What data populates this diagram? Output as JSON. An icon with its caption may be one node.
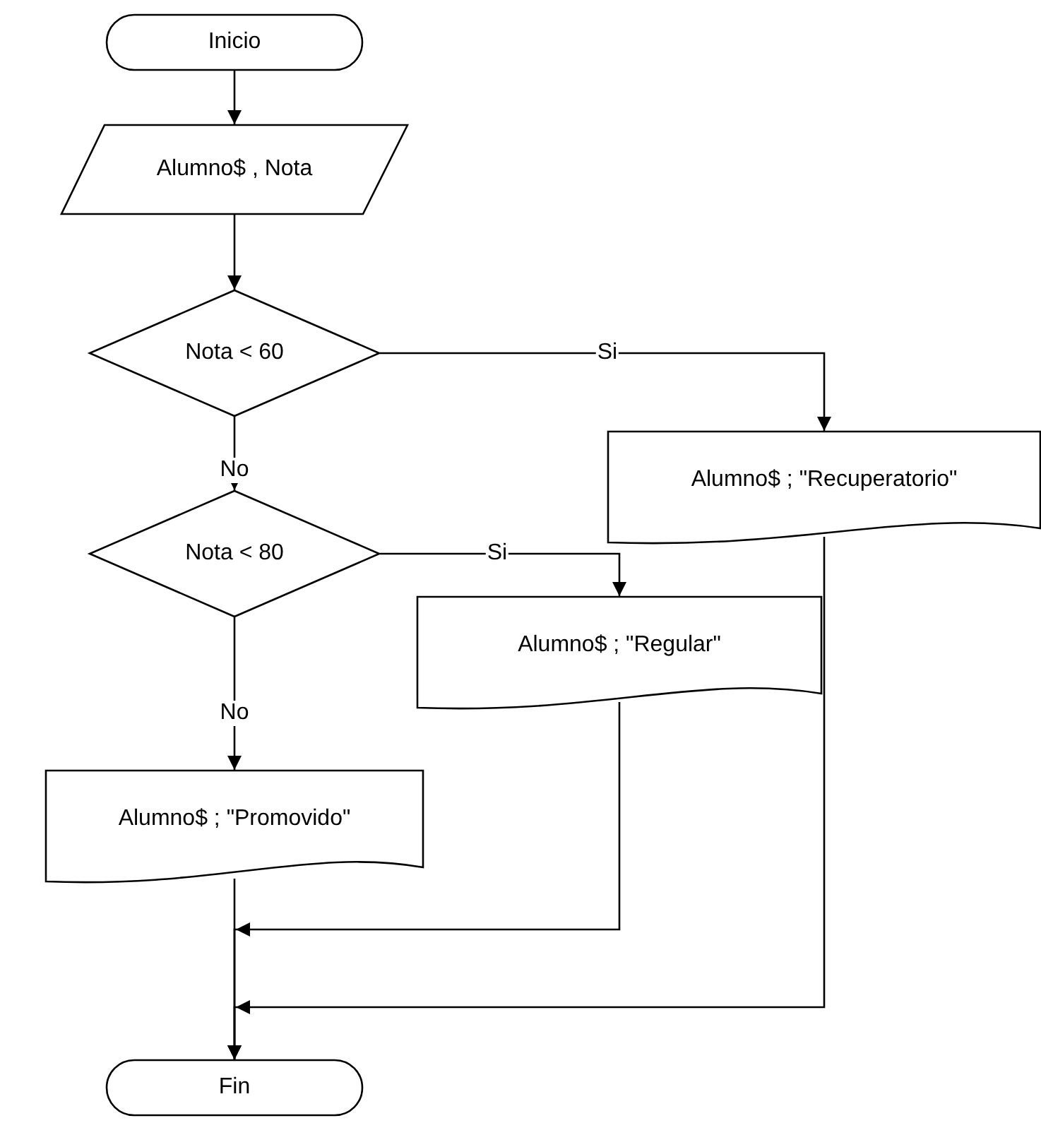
{
  "diagram": {
    "nodes": [
      {
        "text": [
          "Inicio"
        ]
      },
      {
        "text": [
          "Alumno$ , Nota"
        ]
      },
      {
        "text": [
          "Nota < 60"
        ]
      },
      {
        "text": [
          "Alumno$ ; \"Recuperatorio\""
        ]
      },
      {
        "text": [
          "Nota < 80"
        ]
      },
      {
        "text": [
          "Alumno$ ; \"Regular\""
        ]
      },
      {
        "text": [
          "Alumno$ ; \"Promovido\""
        ]
      },
      {
        "text": [
          "Fin"
        ]
      }
    ],
    "edges": [
      {
        "from": 0,
        "to": 1,
        "arrow": "to"
      },
      {
        "from": 1,
        "to": 2,
        "arrow": "to"
      },
      {
        "from": 2,
        "to": 3,
        "arrow": "to",
        "label": "Si"
      },
      {
        "from": 2,
        "to": 4,
        "arrow": "to",
        "label": "No"
      },
      {
        "from": 4,
        "to": 5,
        "arrow": "to",
        "label": "Si"
      },
      {
        "from": 4,
        "to": 6,
        "arrow": "to",
        "label": "No"
      },
      {
        "from": 6,
        "to": 7,
        "arrow": "to"
      },
      {
        "from": 5,
        "to": 7,
        "arrow": "to"
      },
      {
        "from": 3,
        "to": 7,
        "arrow": "to"
      }
    ]
  }
}
